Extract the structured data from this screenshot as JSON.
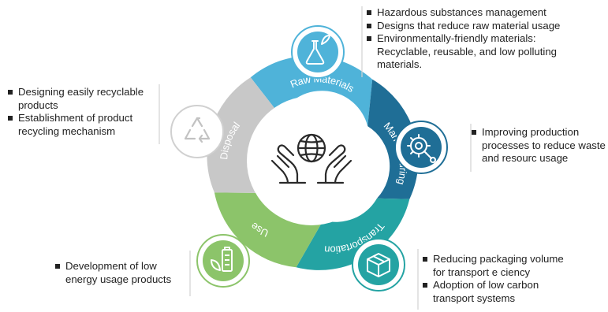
{
  "segments": [
    {
      "label": "Raw Materials",
      "color": "#4fb3d9"
    },
    {
      "label": "Manufacturing",
      "color": "#1f6e96"
    },
    {
      "label": "Transportation",
      "color": "#24a3a3"
    },
    {
      "label": "Use",
      "color": "#8cc46a"
    },
    {
      "label": "Disposal",
      "color": "#c8c8c8"
    }
  ],
  "icons": {
    "center": "hands-holding-globe-icon",
    "raw_materials": "flask-leaf-icon",
    "manufacturing": "gear-wrench-icon",
    "transportation": "box-icon",
    "use": "battery-leaf-icon",
    "disposal": "recycle-icon"
  },
  "notes": {
    "raw_materials": [
      "Hazardous substances management",
      "Designs that reduce raw material usage",
      "Environmentally-friendly materials: Recyclable, reusable, and low polluting materials."
    ],
    "manufacturing": [
      "Improving production processes to reduce waste and resourc usage"
    ],
    "transportation": [
      "Reducing packaging volume for transport e   ciency",
      "Adoption of low carbon transport systems"
    ],
    "use": [
      "Development of low energy usage products"
    ],
    "disposal": [
      "Designing easily recyclable products",
      "Establishment of product recycling mechanism"
    ]
  }
}
